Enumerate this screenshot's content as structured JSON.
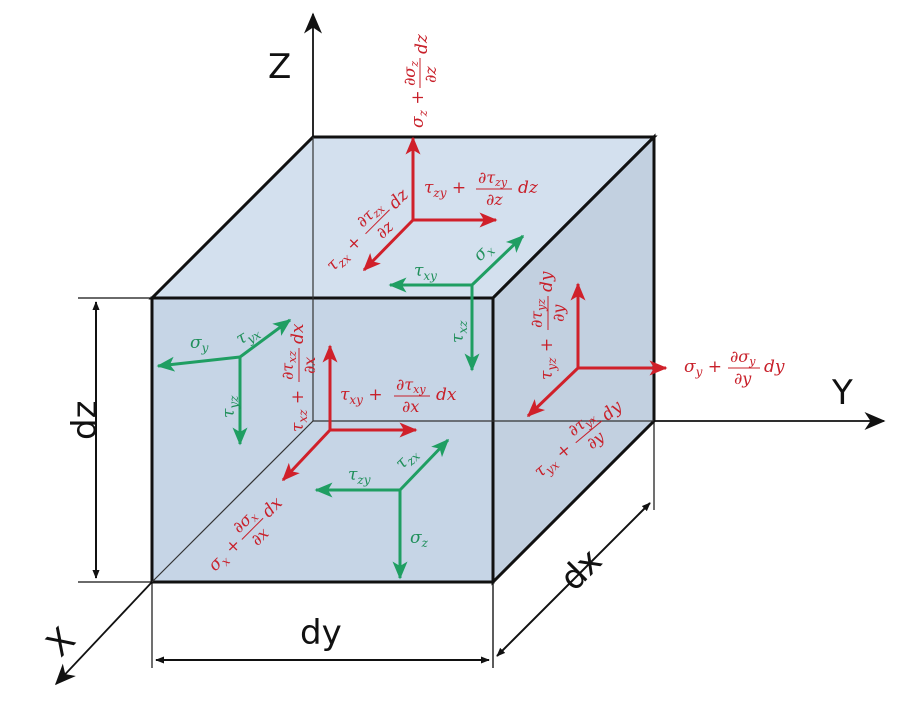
{
  "axes": {
    "x": "X",
    "y": "Y",
    "z": "Z"
  },
  "dimensions": {
    "dz": "dz",
    "dy": "dy",
    "dx": "dx"
  },
  "colors": {
    "front_face": "#c6d5e6",
    "top_face": "#d3e0ee",
    "side_face": "#c2d0e0",
    "edge": "#111111",
    "increment_arrow": "#d0202a",
    "base_arrow": "#1f9e62"
  },
  "labels": {
    "sigma_y": "σ",
    "sigma_y_sub": "y",
    "tau_yx": "τ",
    "tau_yx_sub": "yx",
    "tau_yz": "τ",
    "tau_yz_sub": "yz",
    "tau_xy": "τ",
    "tau_xy_sub": "xy",
    "sigma_x": "σ",
    "sigma_x_sub": "x",
    "tau_xz": "τ",
    "tau_xz_sub": "xz",
    "tau_zy": "τ",
    "tau_zy_sub": "zy",
    "tau_zx": "τ",
    "tau_zx_sub": "zx",
    "sigma_z": "σ",
    "sigma_z_sub": "z",
    "top_sigma_z": "σz + ∂σz/∂z dz",
    "top_tau_zy": "τzy + ∂τzy/∂z dz",
    "top_tau_zx": "τzx + ∂τzx/∂z dz",
    "right_sigma_y": "σy + ∂σy/∂y dy",
    "right_tau_yz": "τyz + ∂τyz/∂y dy",
    "right_tau_yx": "τyx + ∂τyx/∂y dy",
    "front_tau_xy": "τxy + ∂τxy/∂x dx",
    "front_tau_xz": "τxz + ∂τxz/∂x dx",
    "front_sigma_x": "σx + ∂σx/∂x dx"
  }
}
